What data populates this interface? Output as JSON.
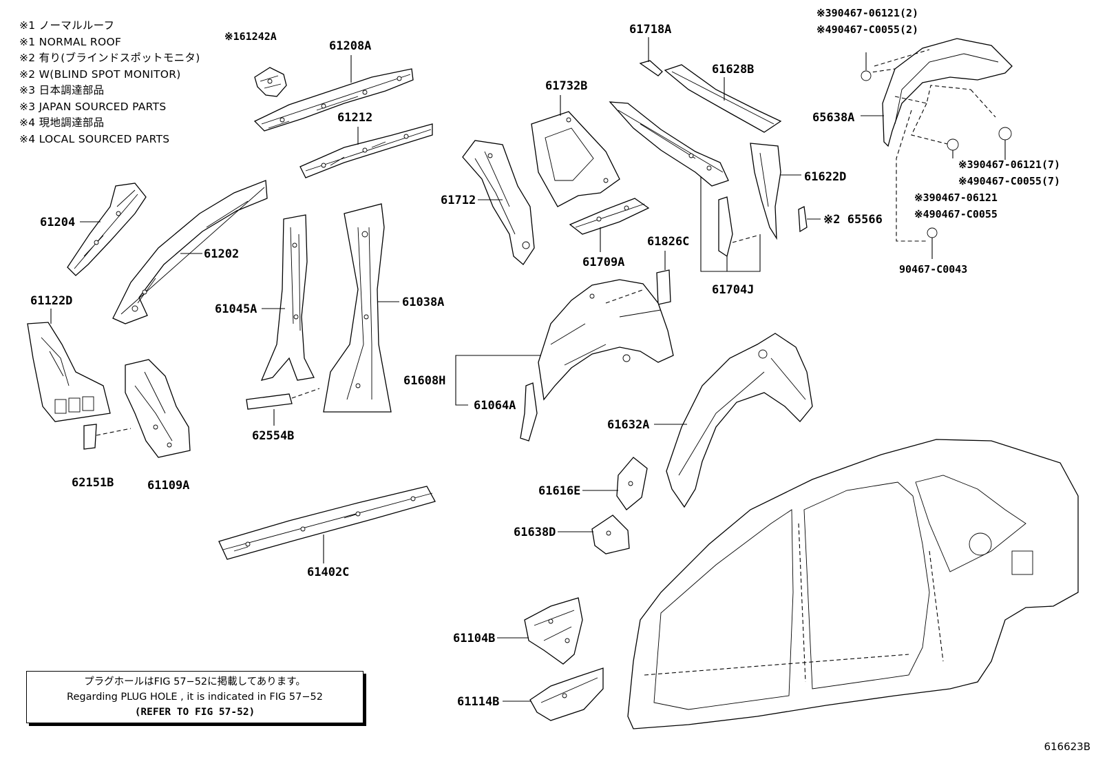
{
  "notes": [
    "※1 ノーマルルーフ",
    "※1 NORMAL ROOF",
    "※2 有り(ブラインドスポットモニタ)",
    "※2 W(BLIND SPOT MONITOR)",
    "※3 日本調達部品",
    "※3 JAPAN SOURCED PARTS",
    "※4 現地調達部品",
    "※4 LOCAL SOURCED PARTS"
  ],
  "parts": {
    "p61242A": "※161242A",
    "p61208A": "61208A",
    "p61212": "61212",
    "p61204": "61204",
    "p61202": "61202",
    "p61122D": "61122D",
    "p61045A": "61045A",
    "p61038A": "61038A",
    "p62554B": "62554B",
    "p62151B": "62151B",
    "p61109A": "61109A",
    "p61402C": "61402C",
    "p61712": "61712",
    "p61732B": "61732B",
    "p61709A": "61709A",
    "p61718A": "61718A",
    "p61628B": "61628B",
    "p61622D": "61622D",
    "p65566": "※2 65566",
    "p61826C": "61826C",
    "p61704J": "61704J",
    "p61608H": "61608H",
    "p61064A": "61064A",
    "p61632A": "61632A",
    "p61616E": "61616E",
    "p61638D": "61638D",
    "p61104B": "61104B",
    "p61114B": "61114B",
    "p65638A": "65638A",
    "f1a": "※390467-06121(2)",
    "f1b": "※490467-C0055(2)",
    "f2a": "※390467-06121(7)",
    "f2b": "※490467-C0055(7)",
    "f3a": "※390467-06121",
    "f3b": "※490467-C0055",
    "f4": "90467-C0043"
  },
  "plug_note": {
    "jp": "プラグホールはFIG 57−52に掲載してあります。",
    "en": "Regarding PLUG HOLE , it is indicated in FIG 57−52",
    "ref": "(REFER TO FIG 57-52)"
  },
  "figure_id": "616623B"
}
